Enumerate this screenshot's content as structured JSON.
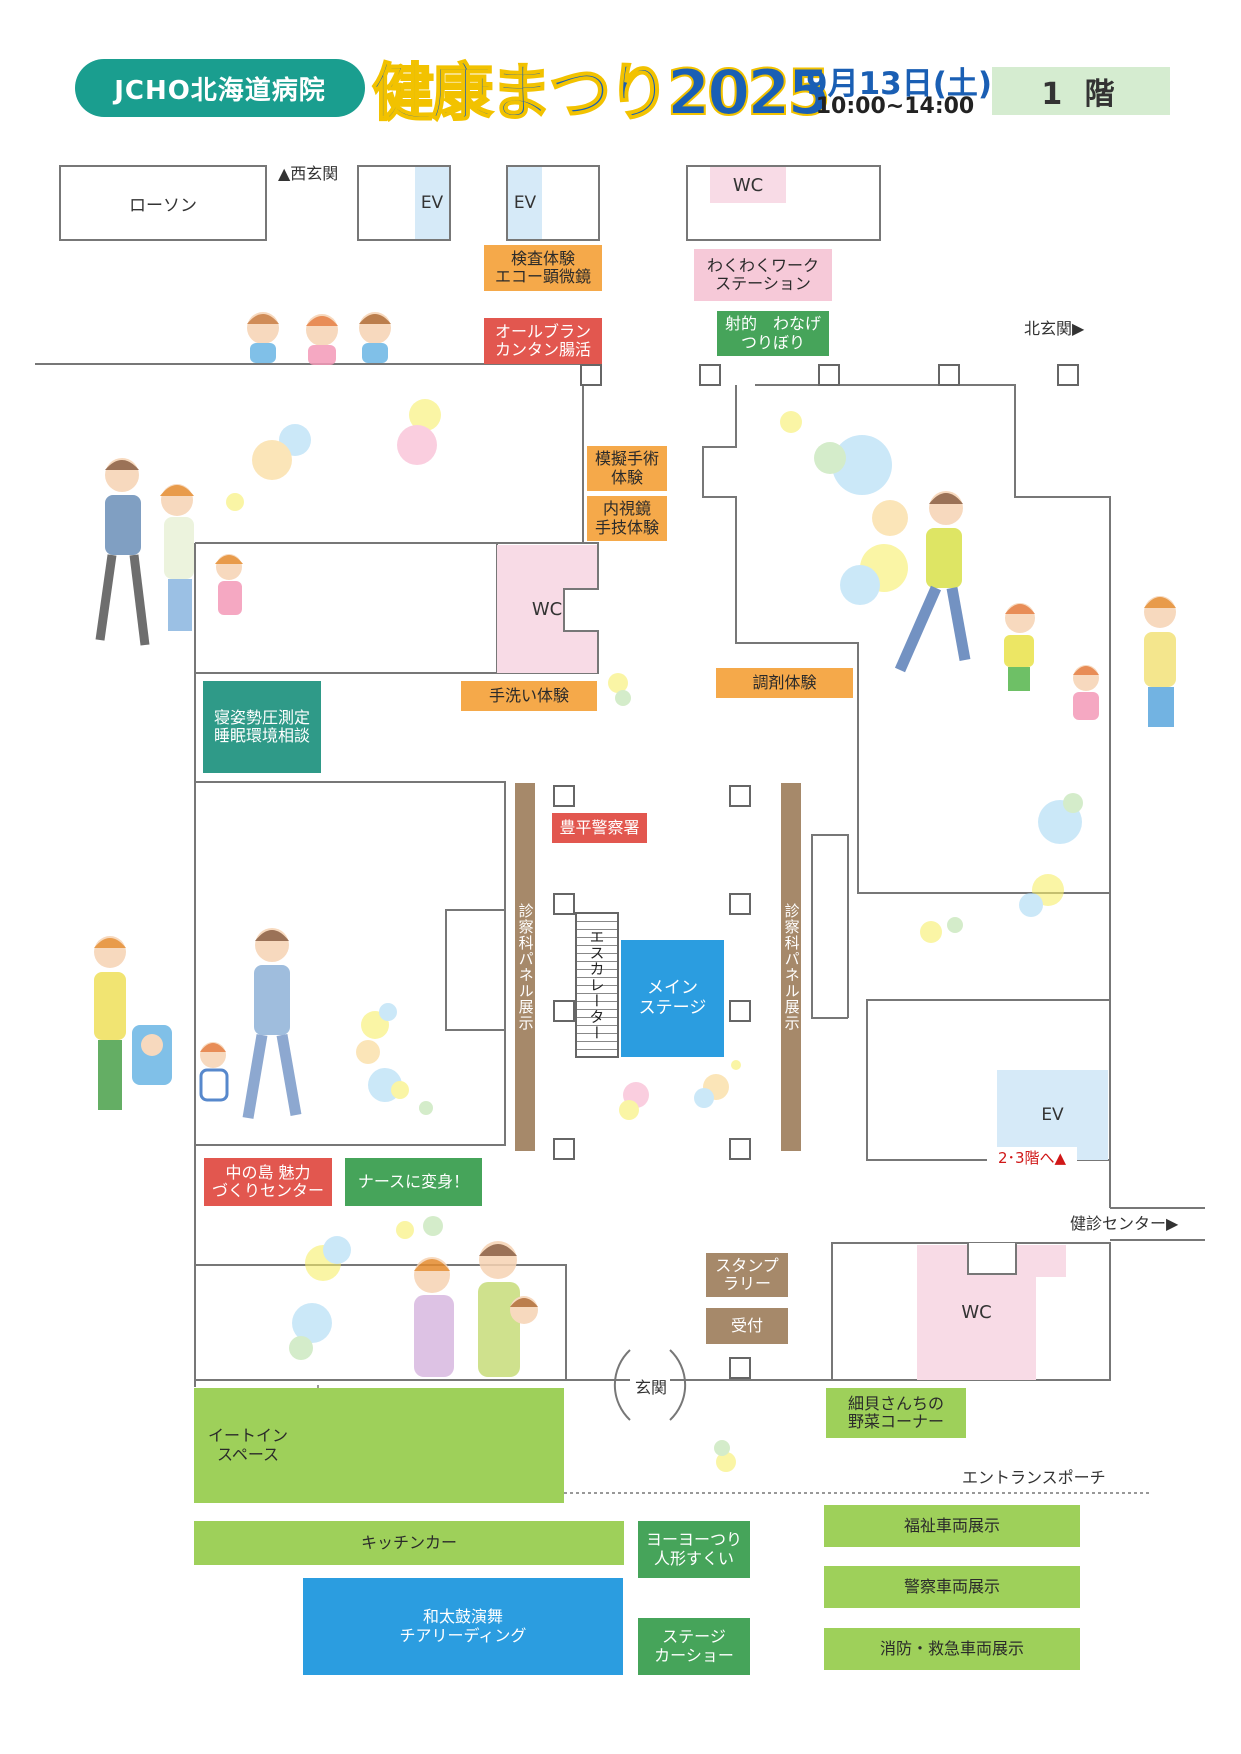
{
  "header": {
    "hospital": "JCHO北海道病院",
    "title": "健康まつり2025",
    "date": "9月13日(土)",
    "time": "10:00~14:00",
    "floor": "1 階"
  },
  "rooms": {
    "lawson": "ローソン",
    "ev_label": "EV",
    "wc_label": "WC",
    "entrance": "玄関",
    "escalator": "エスカレーター",
    "main_stage": "メイン\nステージ"
  },
  "signs": {
    "west_entrance": "▲西玄関",
    "north_entrance": "北玄関▶",
    "kenshin_center": "健診センター▶",
    "to_floors": "2･3階へ▲",
    "entrance_porch": "エントランスポーチ"
  },
  "booths": {
    "kensa": "検査体験\nエコー顕微鏡",
    "allbran": "オールブラン\nカンタン腸活",
    "wakuwaku": "わくわくワーク\nステーション",
    "shateki": "射的　わなげ\nつりぼり",
    "mogi": "模擬手術\n体験",
    "naishi": "内視鏡\n手技体験",
    "tearai": "手洗い体験",
    "chozai": "調剤体験",
    "nesugata": "寝姿勢圧測定\n睡眠環境相談",
    "police": "豊平警察署",
    "panel": "診察科パネル展示",
    "nakanoshima": "中の島 魅力\nづくりセンター",
    "nurse": "ナースに変身！",
    "stamp": "スタンプ\nラリー",
    "uketsuke": "受付",
    "hosogai": "細貝さんちの\n野菜コーナー",
    "eatin": "イートイン\nスペース",
    "kitchen": "キッチンカー",
    "yoyo": "ヨーヨーつり\n人形すくい",
    "wadaiko": "和太鼓演舞\nチアリーディング",
    "stage_car": "ステージ\nカーショー",
    "fukushi": "福祉車両展示",
    "keisatsu": "警察車両展示",
    "shobo": "消防・救急車両展示"
  },
  "colors": {
    "orange": "#f5a94a",
    "pink": "#f6c9d8",
    "green": "#46a45a",
    "red": "#e2574f",
    "teal": "#2f9a88",
    "lime": "#9ed05a",
    "blue": "#2b9de0",
    "brown": "#a6896a",
    "ev": "#d6eaf8",
    "wc": "#f8dbe6",
    "accent": "#1a5fb4"
  }
}
